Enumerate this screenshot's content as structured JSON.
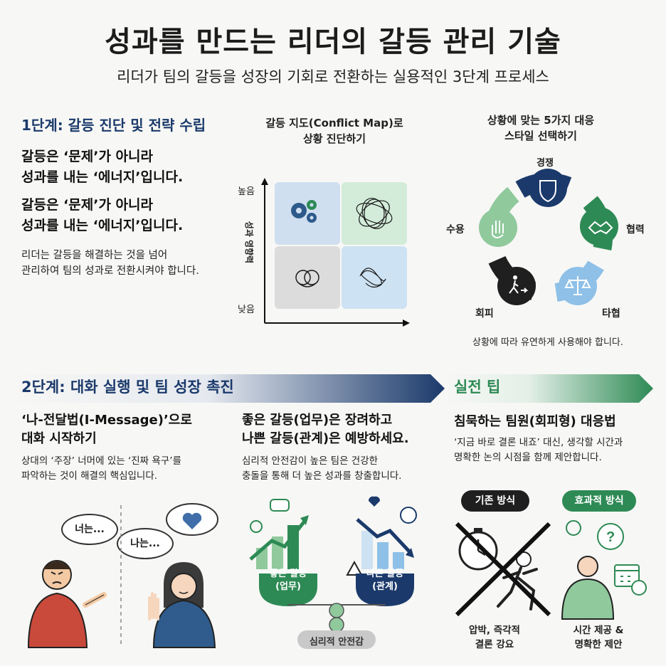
{
  "title": "성과를 만드는 리더의 갈등 관리 기술",
  "subtitle": "리더가 팀의 갈등을 성장의 기회로 전환하는 실용적인 3단계 프로세스",
  "stage1": {
    "heading": "1단계: 갈등 진단 및 전략 수립",
    "msg1_line1": "갈등은 ‘문제’가 아니라",
    "msg1_line2": "성과를 내는 ‘에너지’입니다.",
    "msg2_line1": "갈등은 ‘문제’가 아니라",
    "msg2_line2": "성과를 내는 ‘에너지’입니다.",
    "body_line1": "리더는 갈등을 해결하는 것을 넘어",
    "body_line2": "관리하여 팀의 성과로 전환시켜야 합니다."
  },
  "conflict_map": {
    "caption_line1": "갈등 지도(Conflict Map)로",
    "caption_line2": "상황 진단하기",
    "y_high": "높음",
    "y_low": "낮음",
    "y_axis_label": "성과 영향력",
    "colors": {
      "q1": "#cfdff0",
      "q2": "#d3ecd9",
      "q3": "#dcdcdc",
      "q4": "#cde2f2"
    }
  },
  "styles": {
    "caption_line1": "상황에 맞는 5가지 대응",
    "caption_line2": "스타일 선택하기",
    "items": [
      {
        "label": "경쟁",
        "icon": "shield-icon",
        "color": "#1b3a6b"
      },
      {
        "label": "협력",
        "icon": "handshake-icon",
        "color": "#2e8a55"
      },
      {
        "label": "타협",
        "icon": "scales-icon",
        "color": "#8ec0e8"
      },
      {
        "label": "회피",
        "icon": "walking-away-icon",
        "color": "#1f1f1f"
      },
      {
        "label": "수용",
        "icon": "open-hand-icon",
        "color": "#8fc99c"
      }
    ],
    "note": "상황에 따라 유연하게 사용해야 합니다."
  },
  "stage2": {
    "heading": "2단계: 대화 실행 및 팀 성장 촉진",
    "imsg_title_line1": "‘나-전달법(I-Message)’으로",
    "imsg_title_line2": "대화 시작하기",
    "imsg_body_line1": "상대의 ‘주장’ 너머에 있는 ‘진짜 욕구’를",
    "imsg_body_line2": "파악하는 것이 해결의 핵심입니다.",
    "bubble_you": "너는...",
    "bubble_me": "나는...",
    "good_title_line1": "좋은 갈등(업무)은 장려하고",
    "good_title_line2": "나쁜 갈등(관계)은 예방하세요.",
    "good_body_line1": "심리적 안전감이 높은 팀은 건강한",
    "good_body_line2": "충돌을 통해 더 높은 성과를 창출합니다.",
    "good_label_line1": "좋은 갈등",
    "good_label_line2": "(업무)",
    "bad_label_line1": "나쁜 갈등",
    "bad_label_line2": "(관계)",
    "base_label": "심리적 안전감"
  },
  "tips": {
    "heading": "실전 팁",
    "title": "침묵하는 팀원(회피형) 대응법",
    "body_line1": "‘지금 바로 결론 내죠’ 대신, 생각할 시간과",
    "body_line2": "명확한 논의 시점을 함께 제안합니다.",
    "old_pill": "기존 방식",
    "new_pill": "효과적 방식",
    "old_cap_line1": "압박, 즉각적",
    "old_cap_line2": "결론 강요",
    "new_cap_line1": "시간 제공 &",
    "new_cap_line2": "명확한 제안"
  },
  "colors": {
    "navy": "#1b3a6b",
    "green": "#2e8a55",
    "light_green": "#8fc99c",
    "light_blue": "#8ec0e8"
  }
}
